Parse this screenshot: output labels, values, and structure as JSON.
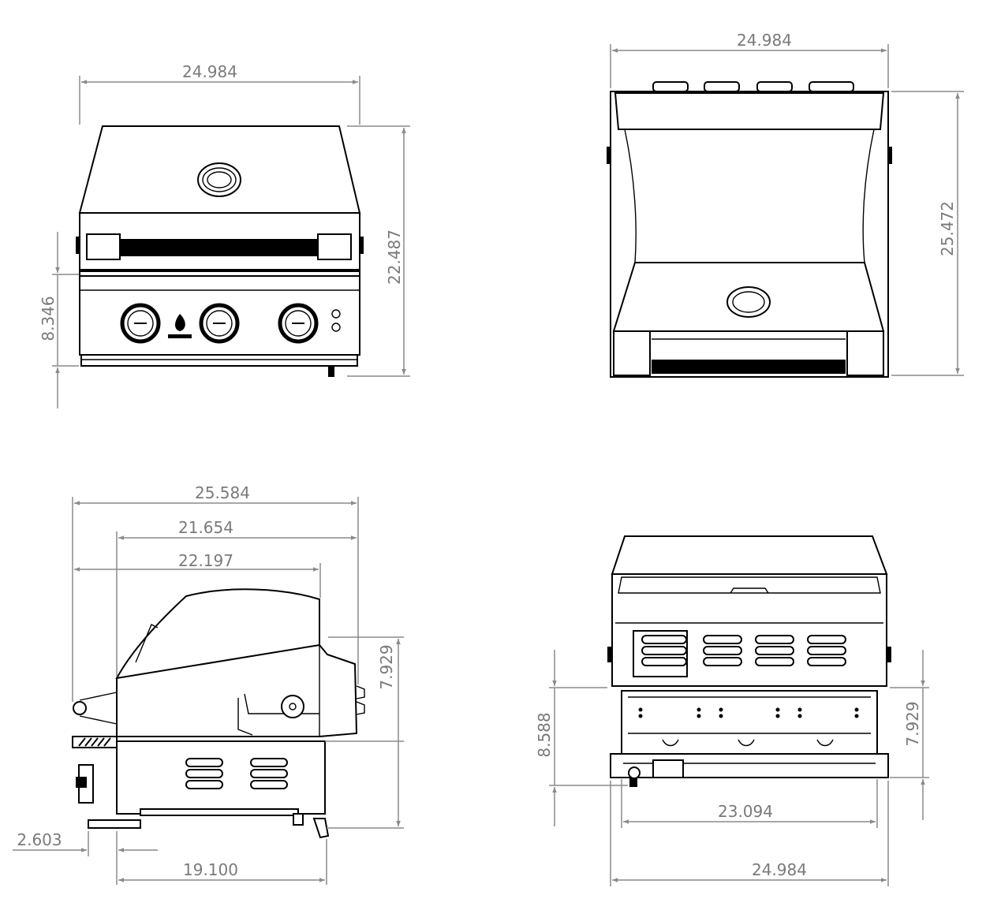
{
  "views": {
    "front": {
      "dims": {
        "width": "24.984",
        "height_total": "22.487",
        "height_lower": "8.346"
      }
    },
    "top": {
      "dims": {
        "width": "24.984",
        "depth": "25.472"
      }
    },
    "side": {
      "dims": {
        "overall_depth": "25.584",
        "hood_depth_a": "21.654",
        "hood_depth_b": "22.197",
        "hood_height": "7.929",
        "offset": "2.603",
        "base_depth": "19.100"
      }
    },
    "rear": {
      "dims": {
        "lower_height": "8.588",
        "upper_height": "7.929",
        "inner_width": "23.094",
        "outer_width": "24.984"
      }
    }
  }
}
